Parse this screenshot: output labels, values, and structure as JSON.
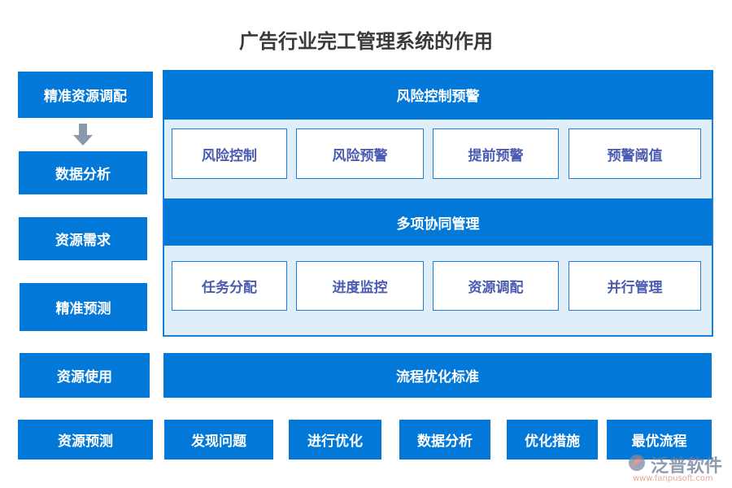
{
  "title": "广告行业完工管理系统的作用",
  "left": [
    "精准资源调配",
    "数据分析",
    "资源需求",
    "精准预测",
    "资源使用",
    "资源预测"
  ],
  "panel": {
    "header1": "风险控制预警",
    "row1": [
      "风险控制",
      "风险预警",
      "提前预警",
      "预警阈值"
    ],
    "header2": "多项协同管理",
    "row2": [
      "任务分配",
      "进度监控",
      "资源调配",
      "并行管理"
    ]
  },
  "process_standard": "流程优化标准",
  "bottom": [
    "发现问题",
    "进行优化",
    "数据分析",
    "优化措施",
    "最优流程"
  ],
  "logo": {
    "name": "泛普软件",
    "url": "www.fanpusoft.com"
  },
  "colors": {
    "primary": "#0278d8",
    "panel_bg": "#e0eefa",
    "box_text": "#4a5bb0"
  }
}
